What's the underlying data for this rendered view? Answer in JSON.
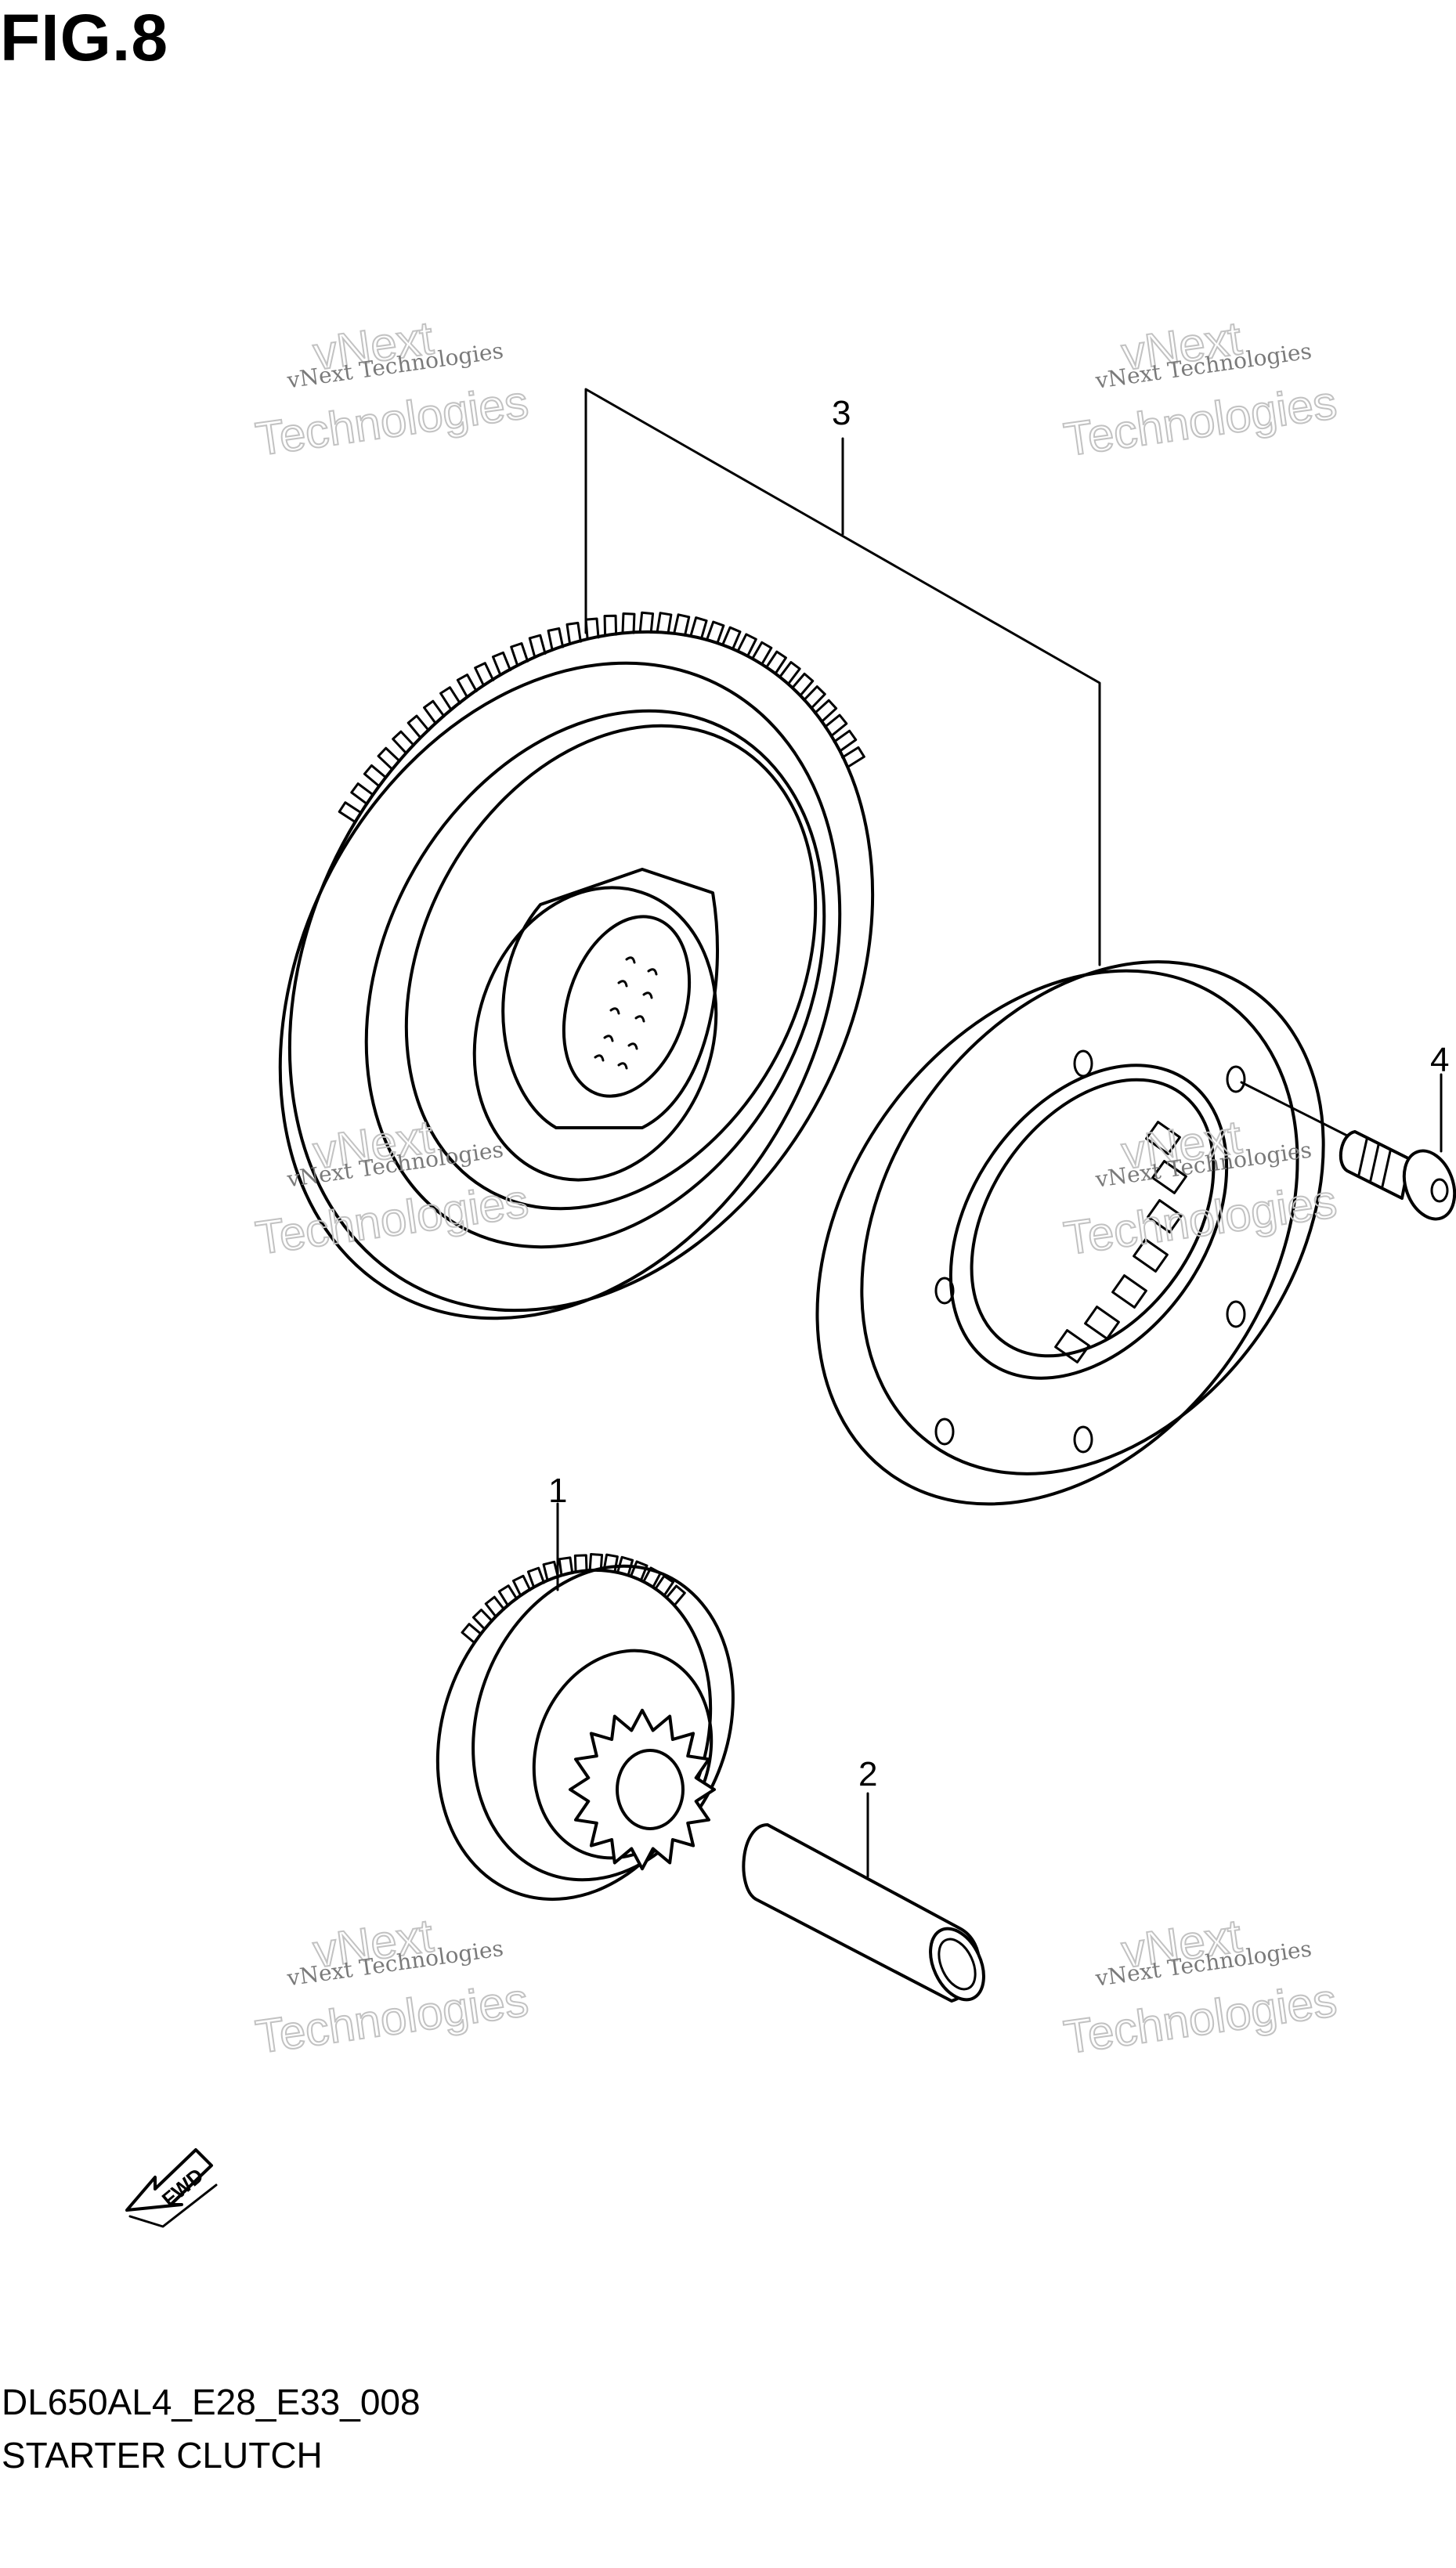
{
  "figure": {
    "title": "FIG.8",
    "code": "DL650AL4_E28_E33_008",
    "name": "STARTER CLUTCH"
  },
  "callouts": [
    {
      "id": "part-1",
      "label": "1"
    },
    {
      "id": "part-2",
      "label": "2"
    },
    {
      "id": "part-3",
      "label": "3"
    },
    {
      "id": "part-4",
      "label": "4"
    }
  ],
  "direction_marker": {
    "label": "FWD"
  },
  "watermark": {
    "line1": "vNext Technologies",
    "line2": "vNext",
    "line3": "Technologies"
  }
}
